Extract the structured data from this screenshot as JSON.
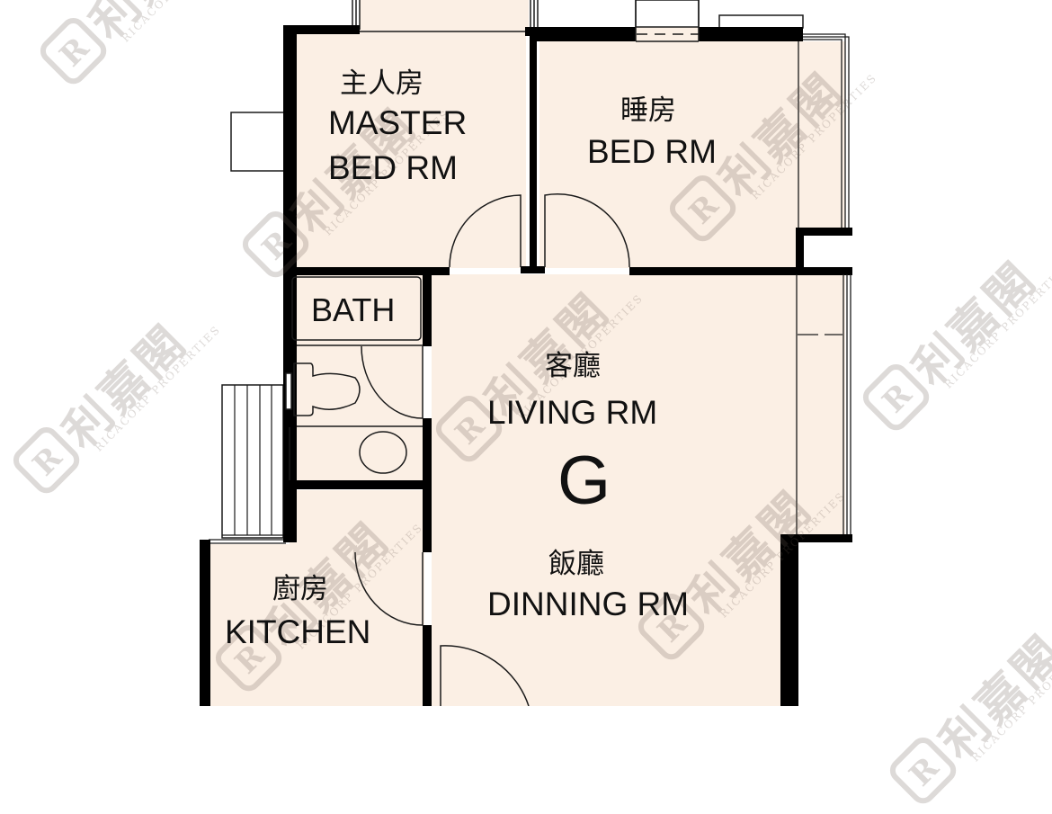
{
  "diagram": {
    "type": "floor-plan",
    "unit_label": "G",
    "colors": {
      "floor": "#fbefe4",
      "wall": "#000000",
      "line": "#1a1a1a",
      "background": "#ffffff",
      "watermark": "#6a5a52"
    },
    "rooms": [
      {
        "id": "master",
        "cn": "主人房",
        "en_line1": "MASTER",
        "en_line2": "BED RM"
      },
      {
        "id": "bed",
        "cn": "睡房",
        "en_line1": "BED RM"
      },
      {
        "id": "bath",
        "en_line1": "BATH"
      },
      {
        "id": "living",
        "cn": "客廳",
        "en_line1": "LIVING RM"
      },
      {
        "id": "dining",
        "cn": "飯廳",
        "en_line1": "DINNING RM"
      },
      {
        "id": "kitchen",
        "cn": "廚房",
        "en_line1": "KITCHEN"
      }
    ],
    "watermark": {
      "logo_letter": "R",
      "cn": "利嘉閣",
      "en": "RICACORP PROPERTIES"
    }
  }
}
